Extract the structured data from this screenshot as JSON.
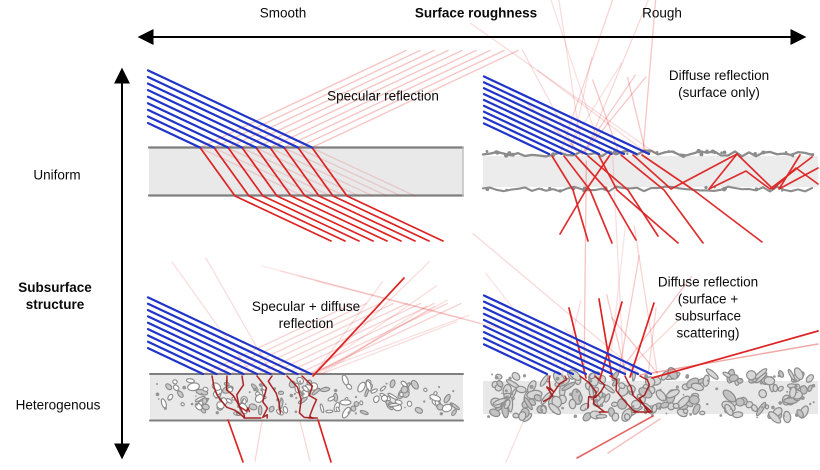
{
  "header": {
    "axis_left": "Smooth",
    "axis_title": "Surface roughness",
    "axis_right": "Rough"
  },
  "vertical_axis": {
    "title": "Subsurface\nstructure",
    "top_label": "Uniform",
    "bottom_label": "Heterogenous"
  },
  "quadrants": {
    "top_left": {
      "caption": "Specular reflection"
    },
    "top_right": {
      "caption": "Diffuse reflection\n(surface only)"
    },
    "bottom_left": {
      "caption": "Specular + diffuse\nreflection"
    },
    "bottom_right": {
      "caption": "Diffuse reflection\n(surface + subsurface\nscattering)"
    }
  },
  "colors": {
    "incident_ray_blue": "#2134c8",
    "reflected_ray_red": "#dd2323",
    "subsurface_scatter_dark_red": "#a51414",
    "slab_fill_gray": "#e9e9e9",
    "slab_border_gray": "#7f7f7f",
    "rough_texture_gray": "#8c8c8c",
    "axis_arrow_black": "#000000"
  }
}
